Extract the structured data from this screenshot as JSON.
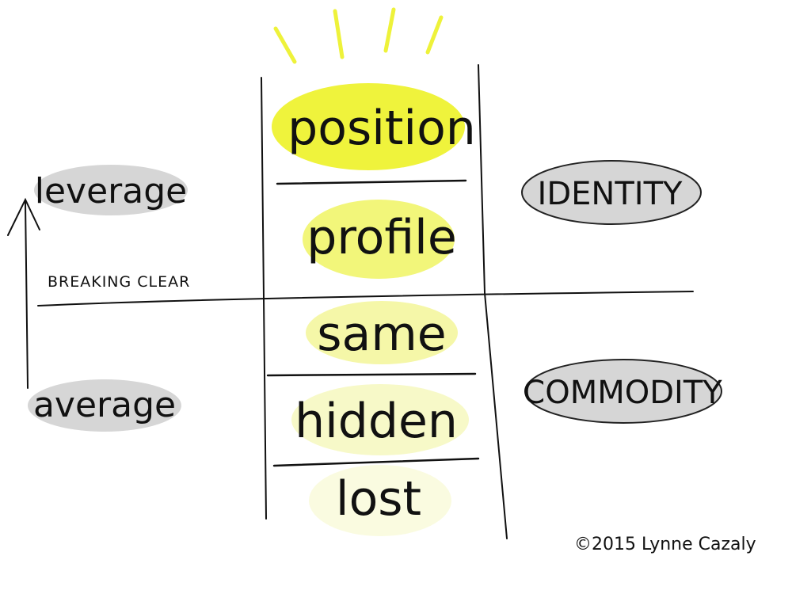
{
  "diagram": {
    "ladder": [
      {
        "label": "position",
        "color": "#eff33c"
      },
      {
        "label": "profile",
        "color": "#f2f67a"
      },
      {
        "label": "same",
        "color": "#f5f7a8"
      },
      {
        "label": "hidden",
        "color": "#f7f9c8"
      },
      {
        "label": "lost",
        "color": "#fafbe0"
      }
    ],
    "left_labels": {
      "top": "leverage",
      "bottom": "average"
    },
    "right_labels": {
      "top": "IDENTITY",
      "bottom": "COMMODITY"
    },
    "divider_label": "BREAKING CLEAR",
    "credit": "©2015 Lynne Cazaly",
    "colors": {
      "gray_bubble": "#d6d6d6",
      "ink": "#111111",
      "rays": "#eef23a"
    }
  }
}
